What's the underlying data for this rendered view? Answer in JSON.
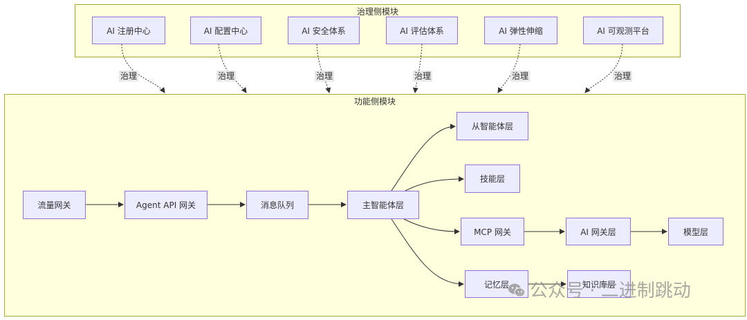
{
  "governance": {
    "title": "治理侧模块",
    "edge_label": "治理",
    "nodes": [
      "AI 注册中心",
      "AI 配置中心",
      "AI 安全体系",
      "AI 评估体系",
      "AI 弹性伸缩",
      "AI 可观测平台"
    ]
  },
  "functional": {
    "title": "功能侧模块",
    "nodes": {
      "traffic_gateway": "流量网关",
      "agent_api_gateway": "Agent API 网关",
      "message_queue": "消息队列",
      "main_agent": "主智能体层",
      "sub_agent": "从智能体层",
      "skills": "技能层",
      "mcp_gateway": "MCP 网关",
      "ai_gateway": "AI 网关层",
      "model": "模型层",
      "memory": "记忆层",
      "knowledge_base": "知识库层"
    }
  },
  "watermark": {
    "text": "公众号 · 二进制跳动",
    "icon": "wechat-icon"
  }
}
